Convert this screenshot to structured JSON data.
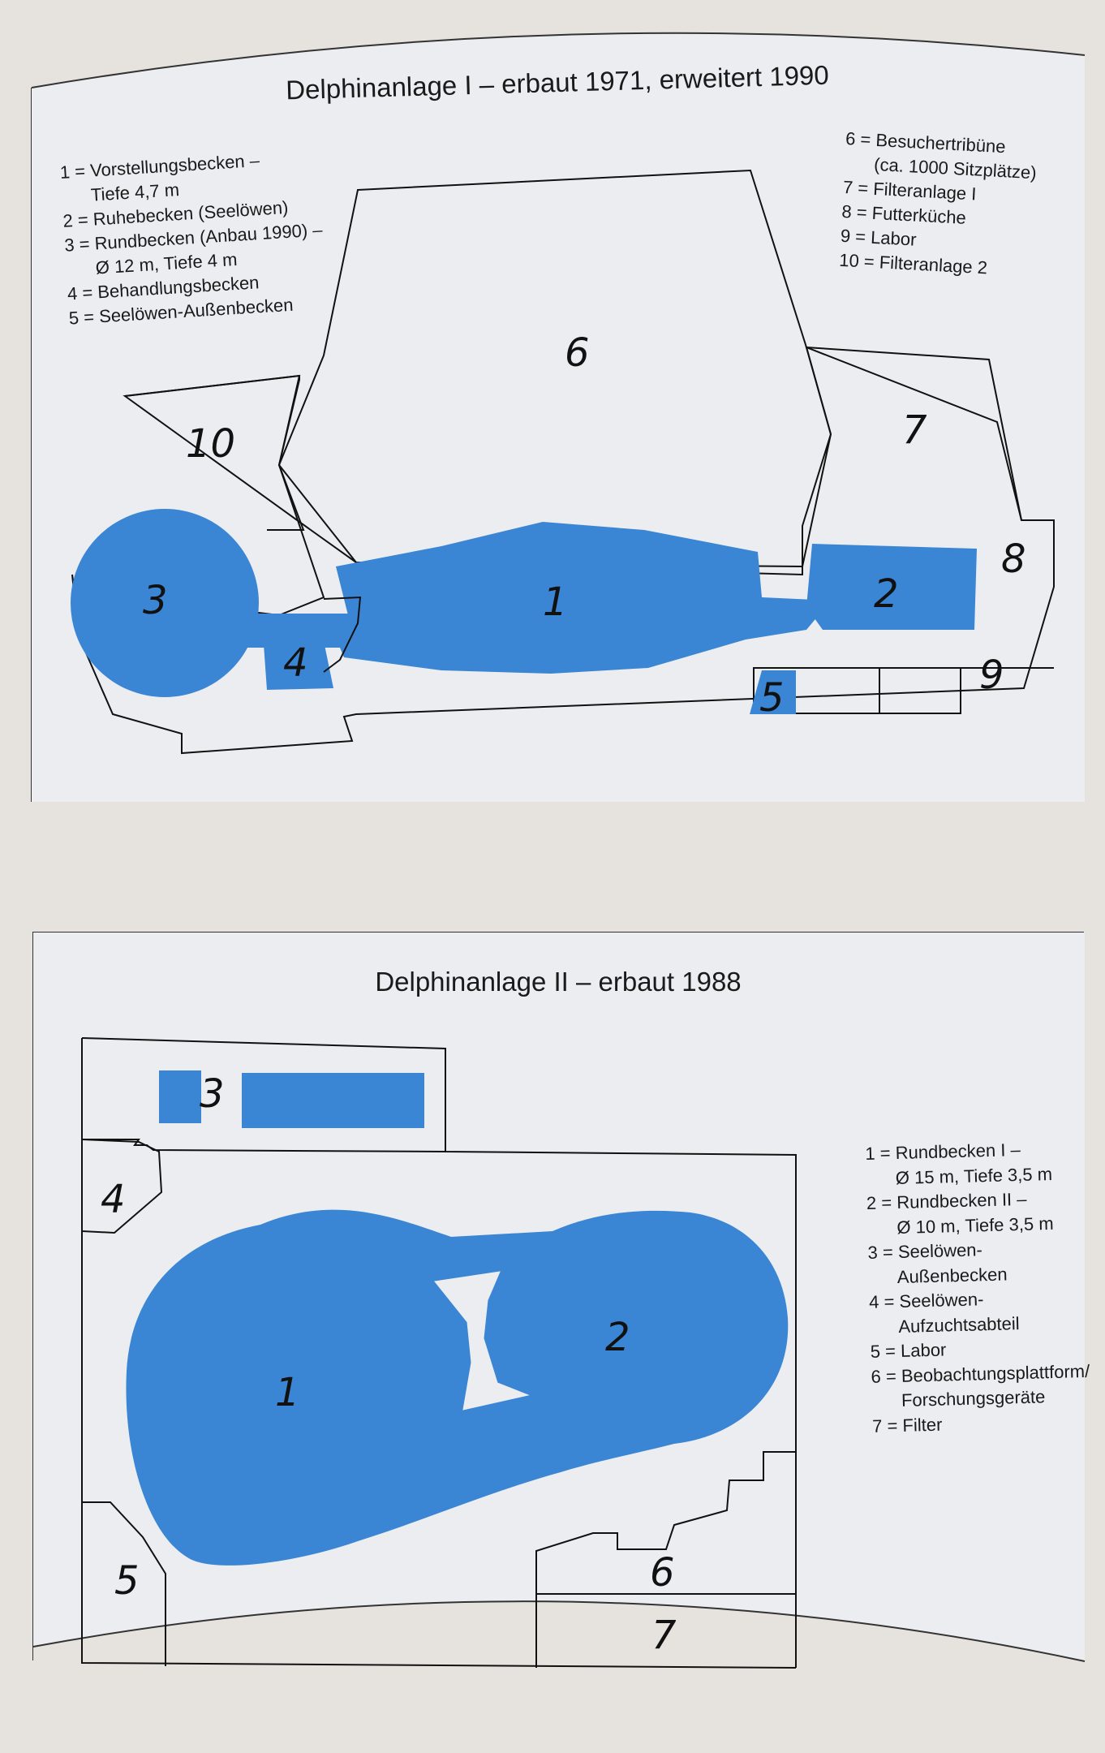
{
  "plan1": {
    "title": "Delphinanlage I – erbaut 1971, erweitert 1990",
    "legend_left": [
      "1 = Vorstellungsbecken –",
      "      Tiefe 4,7 m",
      "2 = Ruhebecken (Seelöwen)",
      "3 = Rundbecken (Anbau 1990) –",
      "      Ø 12 m, Tiefe 4 m",
      "4 = Behandlungsbecken",
      "5 = Seelöwen-Außenbecken"
    ],
    "legend_right": [
      "6 = Besuchertribüne",
      "      (ca. 1000 Sitzplätze)",
      "7 = Filteranlage I",
      "8 = Futterküche",
      "9 = Labor",
      "10 = Filteranlage 2"
    ],
    "labels": {
      "l1": "1",
      "l2": "2",
      "l3": "3",
      "l4": "4",
      "l5": "5",
      "l6": "6",
      "l7": "7",
      "l8": "8",
      "l9": "9",
      "l10": "10"
    }
  },
  "plan2": {
    "title": "Delphinanlage II – erbaut 1988",
    "legend": [
      "1 = Rundbecken I –",
      "      Ø 15 m, Tiefe 3,5 m",
      "2 = Rundbecken II –",
      "      Ø 10 m, Tiefe 3,5 m",
      "3 = Seelöwen-",
      "      Außenbecken",
      "4 = Seelöwen-",
      "      Aufzuchtsabteil",
      "5 = Labor",
      "6 = Beobachtungsplattform/",
      "      Forschungsgeräte",
      "7 = Filter"
    ],
    "labels": {
      "l1": "1",
      "l2": "2",
      "l3": "3",
      "l4": "4",
      "l5": "5",
      "l6": "6",
      "l7": "7"
    }
  },
  "colors": {
    "pool": "#3a86d4",
    "panel": "#ecedf0",
    "page": "#e6e3de",
    "line": "#111111"
  }
}
